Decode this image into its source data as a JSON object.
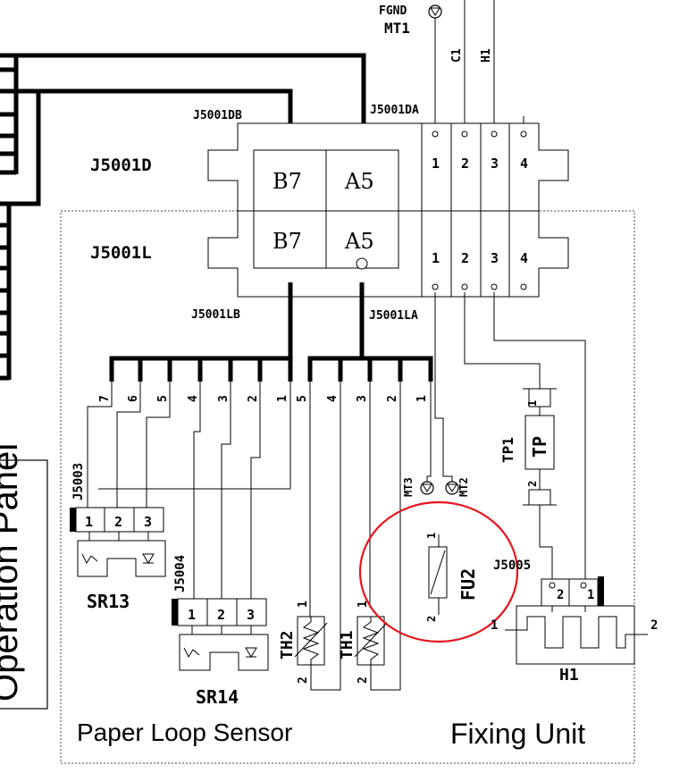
{
  "diagram": {
    "ground": {
      "label": "FGND",
      "name": "MT1"
    },
    "top_wires": [
      "C1",
      "H1"
    ],
    "connector_d": {
      "name": "J5001D",
      "left_tag": "J5001DB",
      "right_tag": "J5001DA",
      "cells": [
        "B7",
        "A5"
      ],
      "pins": [
        "1",
        "2",
        "3",
        "4"
      ]
    },
    "connector_l": {
      "name": "J5001L",
      "left_tag": "J5001LB",
      "right_tag": "J5001LA",
      "cells": [
        "B7",
        "A5"
      ],
      "pins": [
        "1",
        "2",
        "3",
        "4"
      ]
    },
    "bus_b_pins": [
      "7",
      "6",
      "5",
      "4",
      "3",
      "2",
      "1"
    ],
    "bus_a_pins": [
      "5",
      "4",
      "3",
      "2",
      "1"
    ],
    "j5003": {
      "name": "J5003",
      "pins": [
        "1",
        "2",
        "3"
      ]
    },
    "j5004": {
      "name": "J5004",
      "pins": [
        "1",
        "2",
        "3"
      ]
    },
    "sr13": "SR13",
    "sr14": "SR14",
    "th2": {
      "name": "TH2",
      "pin1": "1",
      "pin2": "2"
    },
    "th1": {
      "name": "TH1",
      "pin1": "1",
      "pin2": "2"
    },
    "mt3": "MT3",
    "mt2": "MT2",
    "tp": {
      "name": "TP1",
      "body": "TP",
      "pin1": "1",
      "pin2": "2"
    },
    "fu2": {
      "name": "FU2",
      "pin1": "1",
      "pin2": "2"
    },
    "j5005": {
      "name": "J5005",
      "pins": [
        "2",
        "1"
      ]
    },
    "h1": {
      "name": "H1",
      "pin1": "1",
      "pin2": "2"
    },
    "operation_panel": "Operation Panel",
    "paper_loop_sensor": "Paper Loop Sensor",
    "fixing_unit": "Fixing Unit",
    "highlight_color": "#e8141c"
  }
}
